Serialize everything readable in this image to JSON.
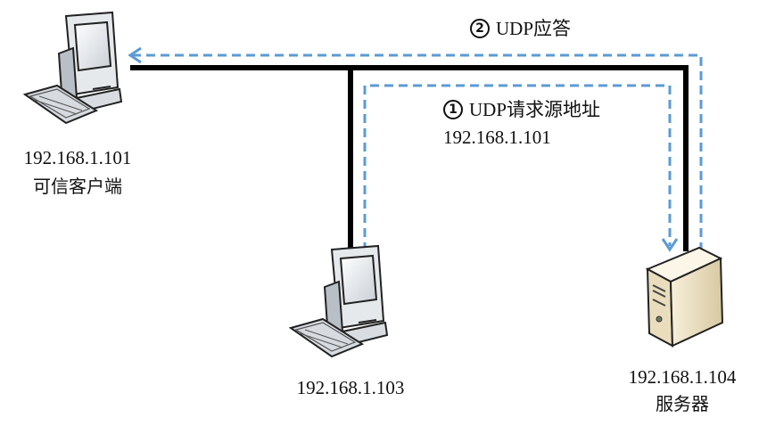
{
  "nodes": {
    "client": {
      "ip": "192.168.1.101",
      "name": "可信客户端"
    },
    "attacker": {
      "ip": "192.168.1.103"
    },
    "server": {
      "ip": "192.168.1.104",
      "name": "服务器"
    }
  },
  "steps": {
    "request": {
      "number": "1",
      "label": "UDP请求源地址",
      "address": "192.168.1.101"
    },
    "response": {
      "number": "2",
      "label": "UDP应答"
    }
  },
  "colors": {
    "cable": "#000000",
    "flow": "#5b9bd5",
    "server_body": "#efe4c8"
  }
}
